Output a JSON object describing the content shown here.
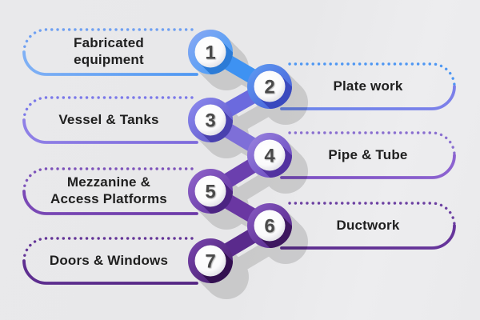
{
  "background": "#E9E9EB",
  "label_color": "#1F1F1F",
  "number_color": "#4A4A4A",
  "items": [
    {
      "number": "1",
      "label": "Fabricated\nequipment",
      "side": "left",
      "colors": {
        "dots": "#6FA0F2",
        "line_from": "#7FB0F5",
        "line_to": "#4E97F2",
        "ring_light": "#8BA8F3",
        "ring_dark": "#3F9CF6",
        "shade": "#2C7BD6"
      }
    },
    {
      "number": "2",
      "label": "Plate work",
      "side": "right",
      "colors": {
        "dots": "#4E97F3",
        "line_from": "#7C80E9",
        "line_to": "#6B87EC",
        "ring_light": "#5E9EF4",
        "ring_dark": "#4858D4",
        "shade": "#3A49BE"
      }
    },
    {
      "number": "3",
      "label": "Vessel & Tanks",
      "side": "left",
      "colors": {
        "dots": "#7B79E9",
        "line_from": "#8F80E6",
        "line_to": "#7D6ADC",
        "ring_light": "#8D8CF0",
        "ring_dark": "#5B51C6",
        "shade": "#4941AE"
      }
    },
    {
      "number": "4",
      "label": "Pipe & Tube",
      "side": "right",
      "colors": {
        "dots": "#8A6FD0",
        "line_from": "#8C63D0",
        "line_to": "#7C4EC2",
        "ring_light": "#9A86E2",
        "ring_dark": "#6440B8",
        "shade": "#5232A0"
      }
    },
    {
      "number": "5",
      "label": "Mezzanine &\nAccess Platforms",
      "side": "left",
      "colors": {
        "dots": "#7D52BA",
        "line_from": "#7A49B6",
        "line_to": "#6C3AA8",
        "ring_light": "#9166CD",
        "ring_dark": "#5E2F9B",
        "shade": "#4C2482"
      }
    },
    {
      "number": "6",
      "label": "Ductwork",
      "side": "right",
      "colors": {
        "dots": "#6C40A2",
        "line_from": "#66359B",
        "line_to": "#5B2B8E",
        "ring_light": "#8A5CC6",
        "ring_dark": "#4E2080",
        "shade": "#3E175F"
      }
    },
    {
      "number": "7",
      "label": "Doors & Windows",
      "side": "left",
      "colors": {
        "dots": "#643598",
        "line_from": "#5E2F90",
        "line_to": "#532483",
        "ring_light": "#7A46B0",
        "ring_dark": "#431968",
        "shade": "#331050"
      }
    }
  ],
  "connectors": [
    "#3E92F2",
    "#6B6ADE",
    "#7E6FD8",
    "#6B3FAE",
    "#6A37A2",
    "#5A2A8C"
  ]
}
